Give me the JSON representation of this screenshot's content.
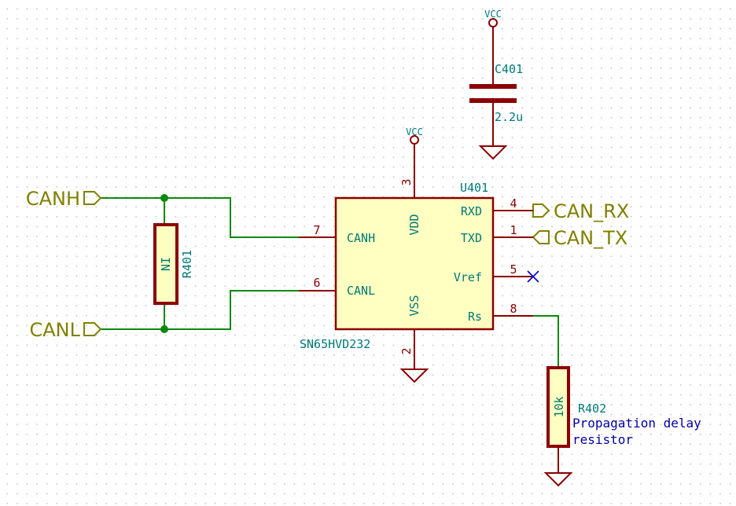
{
  "labels": {
    "canh": "CANH",
    "canl": "CANL",
    "can_rx": "CAN_RX",
    "can_tx": "CAN_TX"
  },
  "power": {
    "vcc_top": "VCC",
    "vcc_ic": "VCC"
  },
  "c401": {
    "ref": "C401",
    "value": "2.2u"
  },
  "u401": {
    "ref": "U401",
    "value": "SN65HVD232",
    "pins": {
      "canh": {
        "name": "CANH",
        "num": "7"
      },
      "canl": {
        "name": "CANL",
        "num": "6"
      },
      "vdd": {
        "name": "VDD",
        "num": "3"
      },
      "vss": {
        "name": "VSS",
        "num": "2"
      },
      "rxd": {
        "name": "RXD",
        "num": "4"
      },
      "txd": {
        "name": "TXD",
        "num": "1"
      },
      "vref": {
        "name": "Vref",
        "num": "5"
      },
      "rs": {
        "name": "Rs",
        "num": "8"
      }
    }
  },
  "r401": {
    "ref": "R401",
    "value": "NI"
  },
  "r402": {
    "ref": "R402",
    "value": "10k"
  },
  "note": {
    "line1": "Propagation delay",
    "line2": "resistor"
  },
  "colors": {
    "wire": "#0a8a0a",
    "component": "#8b0000",
    "component_fill": "#ffffc2",
    "reference_text": "#007878",
    "global_label": "#808000",
    "no_connect": "#0000c8",
    "note_text": "#0000a0"
  }
}
